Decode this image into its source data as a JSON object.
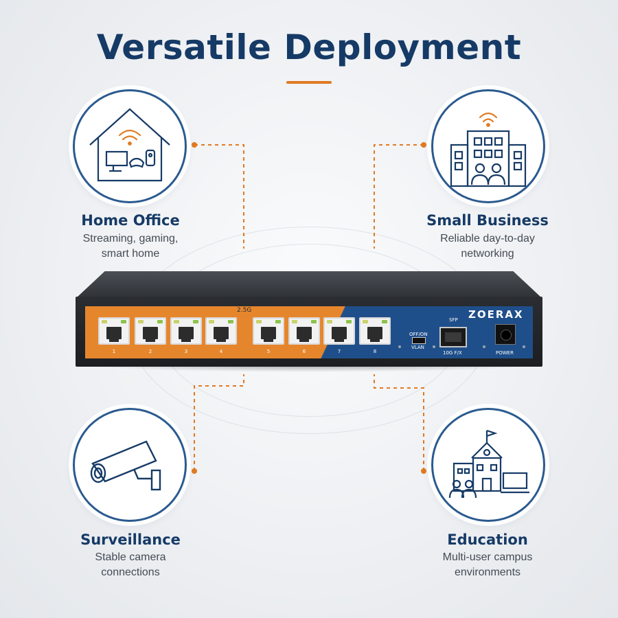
{
  "title": "Versatile Deployment",
  "segments": {
    "home_office": {
      "title": "Home Office",
      "desc_line1": "Streaming, gaming,",
      "desc_line2": "smart home",
      "icon": "house-wifi-icon"
    },
    "small_business": {
      "title": "Small Business",
      "desc_line1": "Reliable day-to-day",
      "desc_line2": "networking",
      "icon": "office-building-icon"
    },
    "surveillance": {
      "title": "Surveillance",
      "desc_line1": "Stable camera",
      "desc_line2": "connections",
      "icon": "security-camera-icon"
    },
    "education": {
      "title": "Education",
      "desc_line1": "Multi-user campus",
      "desc_line2": "environments",
      "icon": "school-icon"
    }
  },
  "switch": {
    "brand": "ZOERAX",
    "speed_label": "2.5G",
    "ports": [
      "1",
      "2",
      "3",
      "4",
      "5",
      "6",
      "7",
      "8"
    ],
    "vlan_label": "VLAN",
    "offon_label": "OFF/ON",
    "sfp_label": "SFP",
    "sfp_speed": "10G F/X",
    "power_label": "POWER"
  },
  "colors": {
    "navy": "#163a66",
    "orange": "#e07a22",
    "ring": "#2a5a8f"
  }
}
